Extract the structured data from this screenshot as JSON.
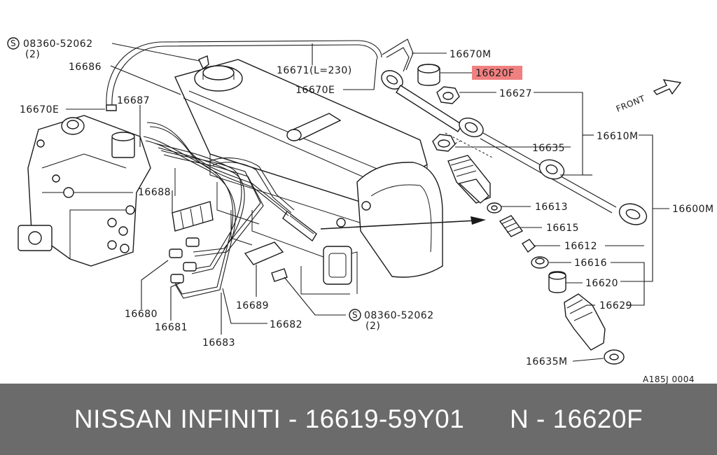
{
  "diagram": {
    "callouts": {
      "bolt_top_code": "08360-52062",
      "bolt_top_qty": "(2)",
      "bolt_bottom_code": "08360-52062",
      "bolt_bottom_qty": "(2)",
      "p16686": "16686",
      "p16670E_left": "16670E",
      "p16687": "16687",
      "p16671": "16671(L=230)",
      "p16670E_center": "16670E",
      "p16670M": "16670M",
      "p16620F": "16620F",
      "p16627": "16627",
      "p16610M": "16610M",
      "p16635": "16635",
      "p16613": "16613",
      "p16600M": "16600M",
      "p16615": "16615",
      "p16612": "16612",
      "p16616": "16616",
      "p16620": "16620",
      "p16629": "16629",
      "p16635M": "16635M",
      "p16688": "16688",
      "p16689": "16689",
      "p16680": "16680",
      "p16681": "16681",
      "p16682": "16682",
      "p16683": "16683"
    },
    "bolt_symbol": "S",
    "front_label": "FRONT",
    "drawing_code": "A185J 0004",
    "highlight_color": "#f08080"
  },
  "banner": {
    "title": "NISSAN INFINITI - 16619-59Y01      N - 16620F",
    "background": "#6b6b6b"
  }
}
